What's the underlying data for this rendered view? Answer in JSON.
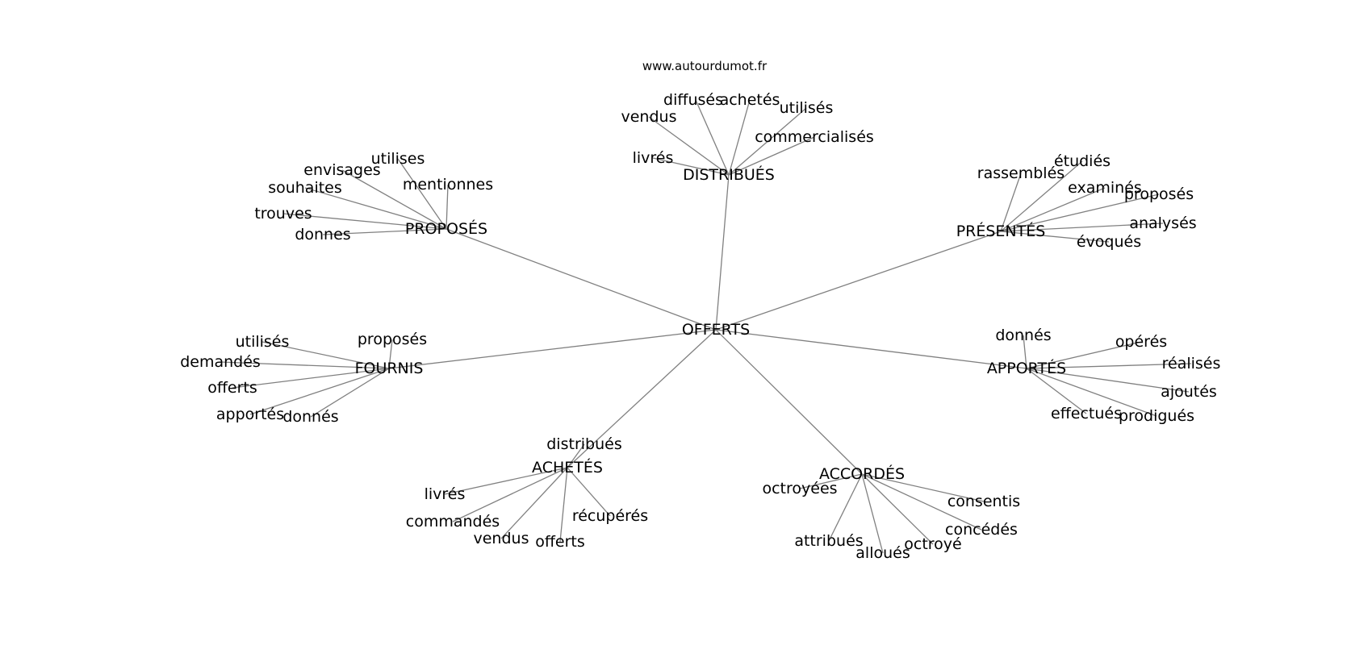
{
  "site": "www.autourdumot.fr",
  "center": "OFFERTS",
  "colors": {
    "edge": "#808080",
    "text": "#000000",
    "background": "#ffffff"
  },
  "clusters": [
    {
      "hub": "DISTRIBUÉS",
      "leaves": [
        "diffusés",
        "achetés",
        "vendus",
        "utilisés",
        "commercialisés",
        "livrés"
      ]
    },
    {
      "hub": "PROPOSÉS",
      "leaves": [
        "utilises",
        "envisages",
        "souhaites",
        "mentionnes",
        "trouves",
        "donnes"
      ]
    },
    {
      "hub": "PRÉSENTÉS",
      "leaves": [
        "rassemblés",
        "étudiés",
        "examinés",
        "proposés",
        "analysés",
        "évoqués"
      ]
    },
    {
      "hub": "FOURNIS",
      "leaves": [
        "utilisés",
        "proposés",
        "demandés",
        "offerts",
        "apportés",
        "donnés"
      ]
    },
    {
      "hub": "APPORTÉS",
      "leaves": [
        "donnés",
        "opérés",
        "réalisés",
        "ajoutés",
        "effectués",
        "prodigués"
      ]
    },
    {
      "hub": "ACHETÉS",
      "leaves": [
        "distribués",
        "livrés",
        "commandés",
        "vendus",
        "offerts",
        "récupérés"
      ]
    },
    {
      "hub": "ACCORDÉS",
      "leaves": [
        "octroyées",
        "consentis",
        "concédés",
        "attribués",
        "alloués",
        "octroyé"
      ]
    }
  ]
}
